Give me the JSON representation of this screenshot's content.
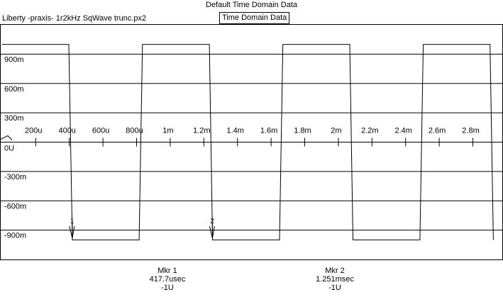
{
  "window": {
    "title": "Default Time Domain Data"
  },
  "file": {
    "name": "Liberty -praxis-  1r2kHz SqWave trunc.px2"
  },
  "trace_tab": {
    "label": "Time Domain Data"
  },
  "chart_data": {
    "type": "line",
    "title": "",
    "xlabel": "",
    "ylabel": "",
    "x_ticks": [
      "200u",
      "400u",
      "600u",
      "800u",
      "1m",
      "1.2m",
      "1.4m",
      "1.6m",
      "1.8m",
      "2m",
      "2.2m",
      "2.4m",
      "2.6m",
      "2.8m"
    ],
    "x_tick_values": [
      0.0002,
      0.0004,
      0.0006,
      0.0008,
      0.001,
      0.0012,
      0.0014,
      0.0016,
      0.0018,
      0.002,
      0.0022,
      0.0024,
      0.0026,
      0.0028
    ],
    "y_ticks": [
      "900m",
      "600m",
      "300m",
      "0U",
      "-300m",
      "-600m",
      "-900m"
    ],
    "y_tick_values": [
      0.9,
      0.6,
      0.3,
      0,
      -0.3,
      -0.6,
      -0.9
    ],
    "xlim": [
      -8e-06,
      0.002975
    ],
    "ylim": [
      -1.2,
      1.2
    ],
    "grid": true,
    "series": [
      {
        "x": [
          0,
          0.000397,
          0.000418,
          0.000815,
          0.000835,
          0.001233,
          0.001252,
          0.00165,
          0.00167,
          0.002068,
          0.002087,
          0.002485,
          0.002505,
          0.002902,
          0.002922
        ],
        "y": [
          1.0,
          1.0,
          -1.0,
          -1.0,
          1.0,
          1.0,
          -1.0,
          -1.0,
          1.0,
          1.0,
          -1.0,
          -1.0,
          1.0,
          1.0,
          -1.0
        ]
      }
    ]
  },
  "markers": [
    {
      "id": "1",
      "title": "Mkr 1",
      "time": "417.7usec",
      "value": "-1U",
      "x": 0.0004177,
      "y": -0.99
    },
    {
      "id": "2",
      "title": "Mkr 2",
      "time": "1.251msec",
      "value": "-1U",
      "x": 0.001251,
      "y": -0.99
    }
  ]
}
